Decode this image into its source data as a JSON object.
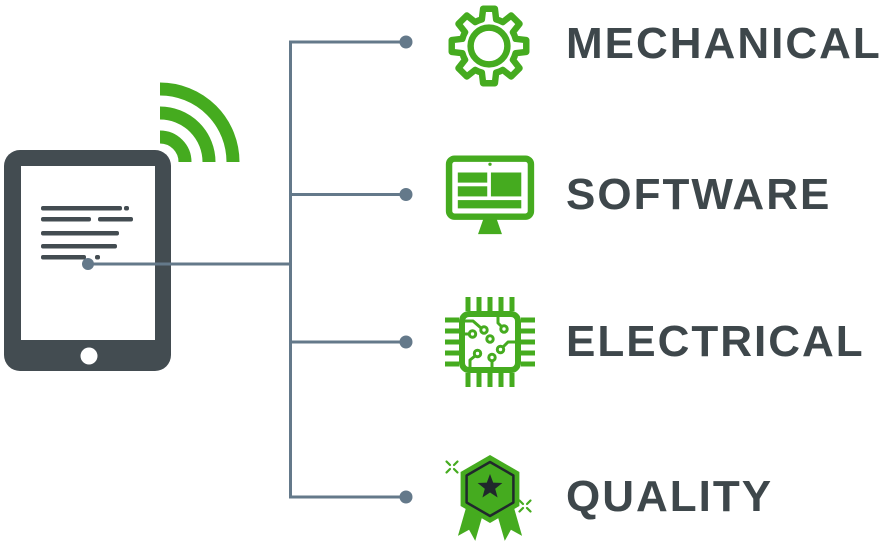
{
  "colors": {
    "background": "#ffffff",
    "accent_green": "#45AB1F",
    "slate_dark": "#434C51",
    "label_text": "#3E474B",
    "connector": "#64798A",
    "badge_star": "#20282C"
  },
  "source_device": {
    "icon": "tablet-icon",
    "signal_icon": "wifi-signal-icon"
  },
  "rows": [
    {
      "label": "MECHANICAL",
      "icon": "gear-icon"
    },
    {
      "label": "SOFTWARE",
      "icon": "monitor-software-icon"
    },
    {
      "label": "ELECTRICAL",
      "icon": "circuit-chip-icon"
    },
    {
      "label": "QUALITY",
      "icon": "award-badge-icon"
    }
  ]
}
